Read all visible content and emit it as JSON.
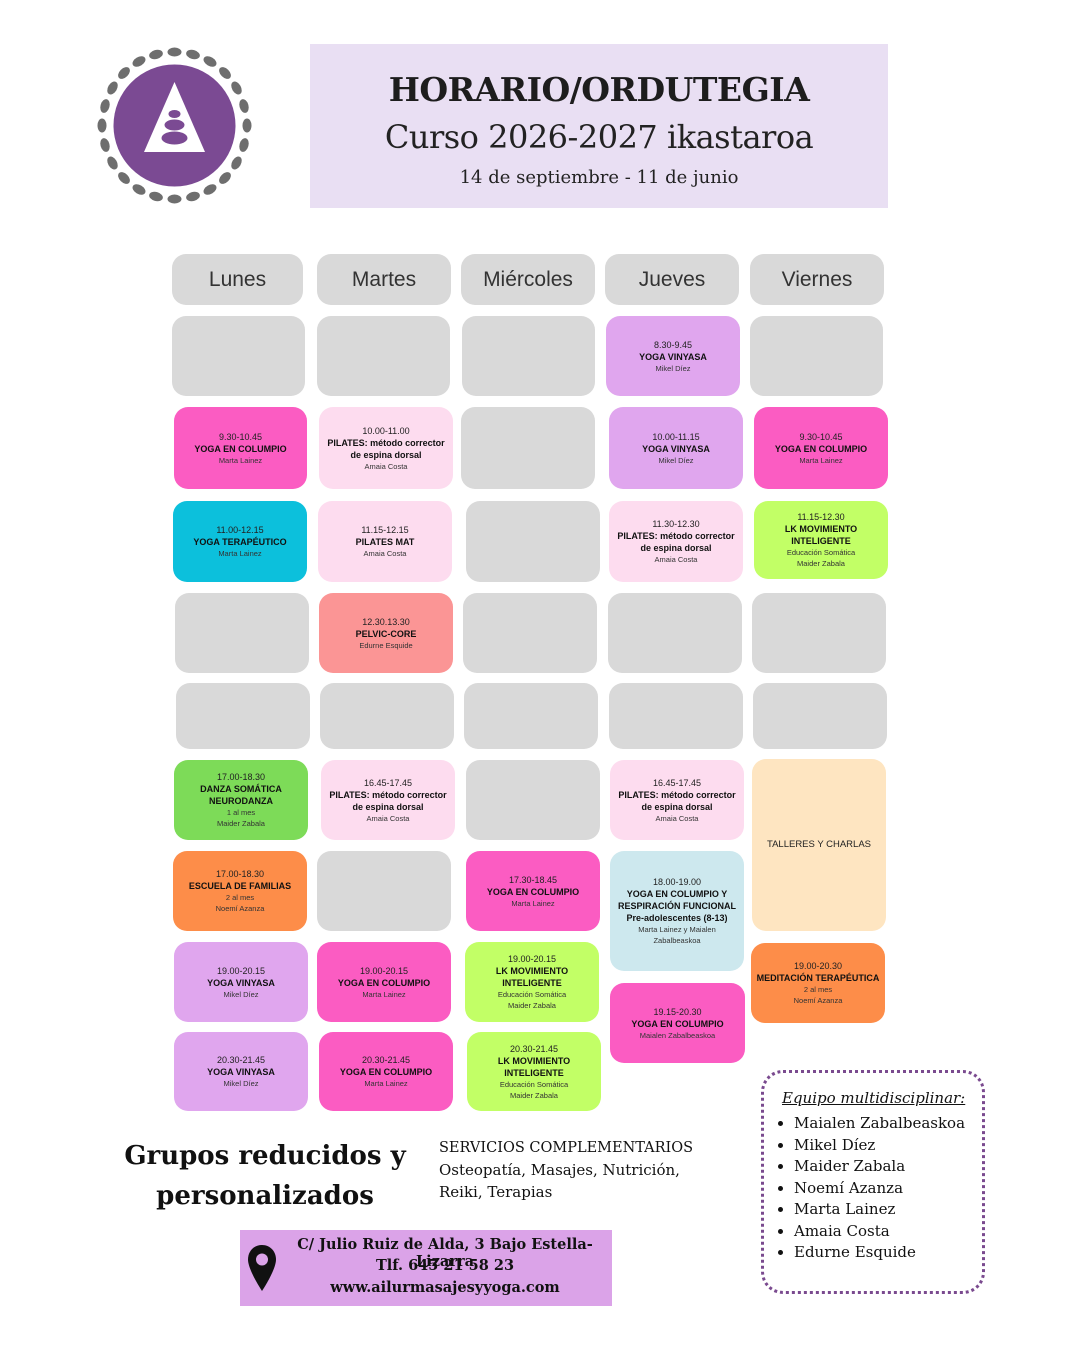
{
  "header": {
    "title": "HORARIO/ORDUTEGIA",
    "subtitle": "Curso 2026-2027 ikastaroa",
    "dates": "14 de septiembre - 11 de junio"
  },
  "colors": {
    "purple_dark": "#7b4a93",
    "header_bg": "#e9dff3",
    "empty": "#d9d9d9",
    "pink_hot": "#fb5cc2",
    "cyan": "#0cc0dc",
    "pink_light": "#fddcef",
    "lilac": "#e0a6ee",
    "lime": "#c2ff66",
    "salmon": "#fb9595",
    "green": "#7ddb58",
    "orange": "#fd8d49",
    "light_blue": "#cde8ee",
    "peach": "#fee5c1"
  },
  "days": [
    "Lunes",
    "Martes",
    "Miércoles",
    "Jueves",
    "Viernes"
  ],
  "schedule": {
    "r1_jueves": {
      "time": "8.30-9.45",
      "name": "YOGA VINYASA",
      "teacher": "Mikel Díez"
    },
    "r2_lunes": {
      "time": "9.30-10.45",
      "name": "YOGA EN COLUMPIO",
      "teacher": "Marta Lainez"
    },
    "r2_martes": {
      "time": "10.00-11.00",
      "name1": "PILATES: método corrector",
      "name2": "de espina dorsal",
      "teacher": "Amaia Costa"
    },
    "r2_jueves": {
      "time": "10.00-11.15",
      "name": "YOGA VINYASA",
      "teacher": "Mikel Díez"
    },
    "r2_viernes": {
      "time": "9.30-10.45",
      "name": "YOGA EN COLUMPIO",
      "teacher": "Marta Lainez"
    },
    "r3_lunes": {
      "time": "11.00-12.15",
      "name": "YOGA TERAPÉUTICO",
      "teacher": "Marta Lainez"
    },
    "r3_martes": {
      "time": "11.15-12.15",
      "name": "PILATES MAT",
      "teacher": "Amaia Costa"
    },
    "r3_jueves": {
      "time": "11.30-12.30",
      "name1": "PILATES: método corrector",
      "name2": "de espina dorsal",
      "teacher": "Amaia Costa"
    },
    "r3_viernes": {
      "time": "11.15-12.30",
      "name1": "LK MOVIMIENTO",
      "name2": "INTELIGENTE",
      "note": "Educación Somática",
      "teacher": "Maider Zabala"
    },
    "r4_martes": {
      "time": "12.30.13.30",
      "name": "PELVIC-CORE",
      "teacher": "Edurne Esquide"
    },
    "r6_lunes": {
      "time": "17.00-18.30",
      "name1": "DANZA SOMÁTICA",
      "name2": "NEURODANZA",
      "note": "1 al mes",
      "teacher": "Maider Zabala"
    },
    "r6_martes": {
      "time": "16.45-17.45",
      "name1": "PILATES: método corrector",
      "name2": "de espina dorsal",
      "teacher": "Amaia Costa"
    },
    "r6_jueves": {
      "time": "16.45-17.45",
      "name1": "PILATES: método corrector",
      "name2": "de espina dorsal",
      "teacher": "Amaia Costa"
    },
    "viernes_talleres": {
      "name": "TALLERES Y CHARLAS"
    },
    "r7_lunes": {
      "time": "17.00-18.30",
      "name": "ESCUELA DE FAMILIAS",
      "note": "2 al mes",
      "teacher": "Noemí Azanza"
    },
    "r7_miercoles": {
      "time": "17.30-18.45",
      "name": "YOGA EN COLUMPIO",
      "teacher": "Marta Lainez"
    },
    "r7_jueves": {
      "time": "18.00-19.00",
      "name1": "YOGA EN COLUMPIO Y",
      "name2": "RESPIRACIÓN FUNCIONAL",
      "name3": "Pre-adolescentes (8-13)",
      "teacher1": "Marta Lainez y Maialen",
      "teacher2": "Zabalbeaskoa"
    },
    "r8_lunes": {
      "time": "19.00-20.15",
      "name": "YOGA VINYASA",
      "teacher": "Mikel Díez"
    },
    "r8_martes": {
      "time": "19.00-20.15",
      "name": "YOGA EN COLUMPIO",
      "teacher": "Marta Lainez"
    },
    "r8_miercoles": {
      "time": "19.00-20.15",
      "name1": "LK MOVIMIENTO",
      "name2": "INTELIGENTE",
      "note": "Educación Somática",
      "teacher": "Maider Zabala"
    },
    "r8_jueves": {
      "time": "19.15-20.30",
      "name": "YOGA EN COLUMPIO",
      "teacher": "Maialen Zabalbeaskoa"
    },
    "r8_viernes": {
      "time": "19.00-20.30",
      "name": "MEDITACIÓN TERAPÉUTICA",
      "note": "2 al mes",
      "teacher": "Noemí Azanza"
    },
    "r9_lunes": {
      "time": "20.30-21.45",
      "name": "YOGA VINYASA",
      "teacher": "Mikel Díez"
    },
    "r9_martes": {
      "time": "20.30-21.45",
      "name": "YOGA EN COLUMPIO",
      "teacher": "Marta Lainez"
    },
    "r9_miercoles": {
      "time": "20.30-21.45",
      "name1": "LK MOVIMIENTO",
      "name2": "INTELIGENTE",
      "note": "Educación Somática",
      "teacher": "Maider Zabala"
    }
  },
  "footer": {
    "grupos_line1": "Grupos reducidos y",
    "grupos_line2": "personalizados",
    "servicios_title": "SERVICIOS COMPLEMENTARIOS",
    "servicios_line1": "Osteopatía, Masajes, Nutrición,",
    "servicios_line2": "Reiki, Terapias",
    "address": "C/ Julio Ruiz de Alda, 3 Bajo  Estella-Lizarra",
    "phone": "Tlf. 645 21 58 23",
    "web": "www.ailurmasajesyyoga.com",
    "team_title": "Equipo multidisciplinar:",
    "team": [
      "Maialen Zabalbeaskoa",
      "Mikel Díez",
      "Maider Zabala",
      "Noemí Azanza",
      "Marta Lainez",
      "Amaia Costa",
      "Edurne Esquide"
    ]
  }
}
